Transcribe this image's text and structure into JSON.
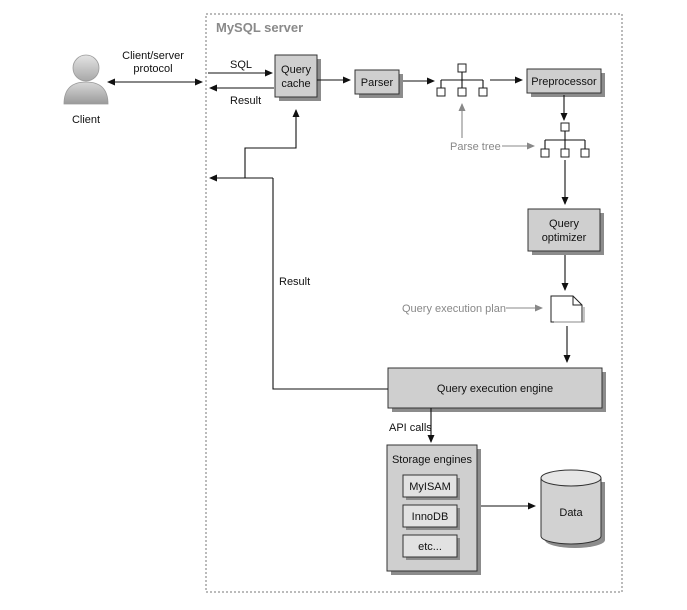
{
  "server": {
    "title": "MySQL server"
  },
  "client": {
    "label": "Client",
    "protocol_line1": "Client/server",
    "protocol_line2": "protocol"
  },
  "labels": {
    "sql": "SQL",
    "result_top": "Result",
    "result_side": "Result",
    "parse_tree": "Parse tree",
    "execution_plan": "Query execution plan",
    "api_calls": "API calls"
  },
  "boxes": {
    "query_cache_line1": "Query",
    "query_cache_line2": "cache",
    "parser": "Parser",
    "preprocessor": "Preprocessor",
    "optimizer_line1": "Query",
    "optimizer_line2": "optimizer",
    "execution_engine": "Query execution engine",
    "storage_engines": "Storage engines",
    "myisam": "MyISAM",
    "innodb": "InnoDB",
    "etc": "etc...",
    "data": "Data"
  },
  "colors": {
    "box_fill": "#cfcfcf",
    "box_shadow": "#8c8c8c",
    "gray_text": "#888888",
    "edge": "#111111"
  }
}
